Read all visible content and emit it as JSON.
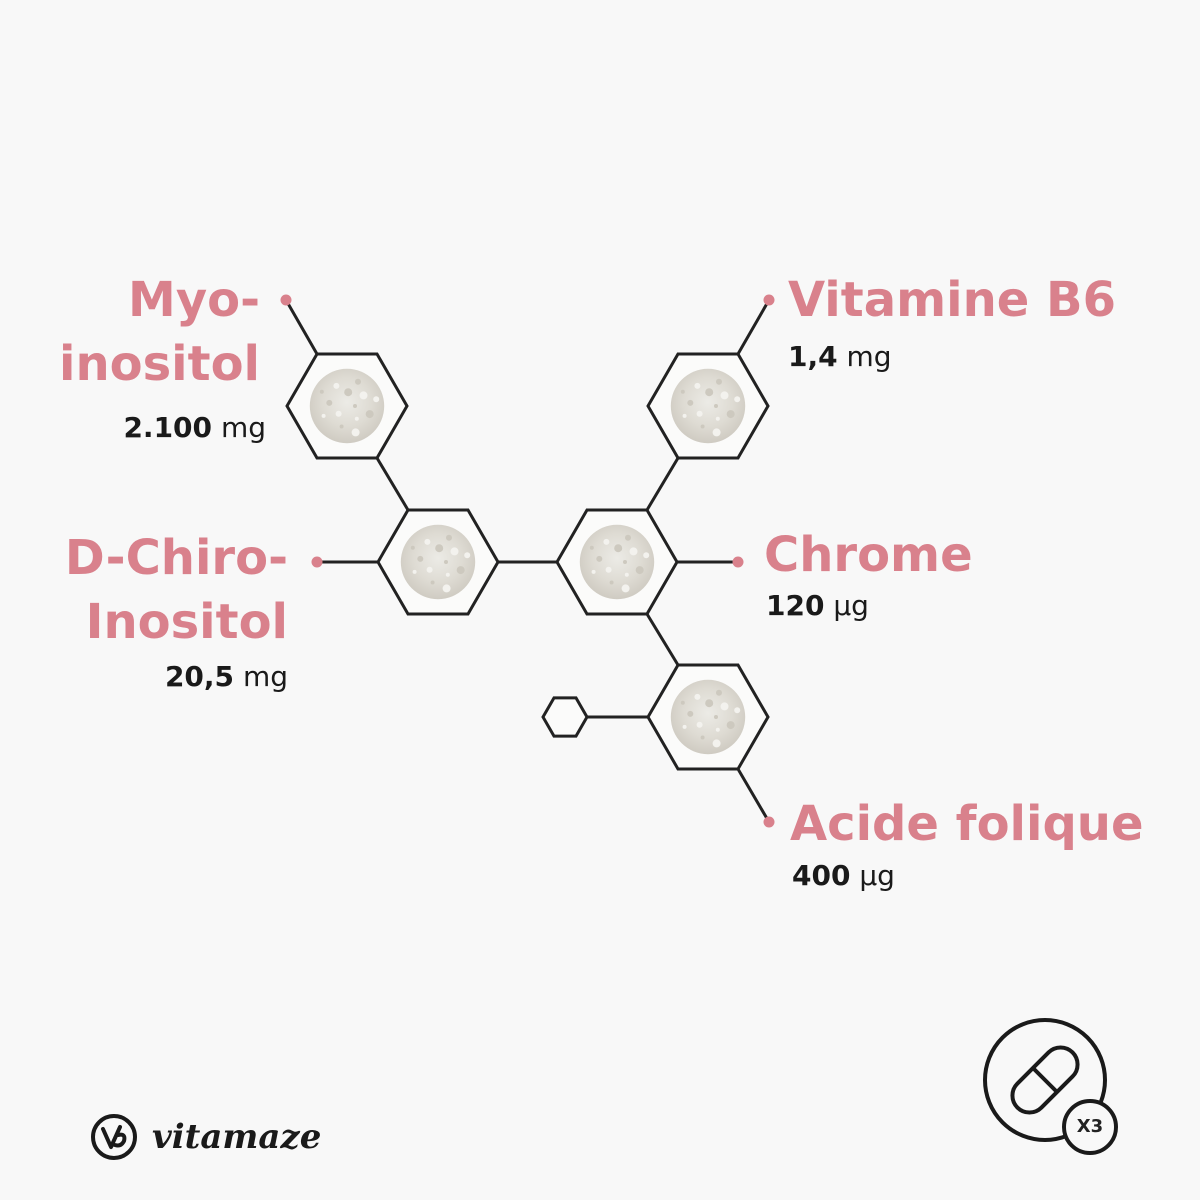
{
  "ingredients": [
    {
      "name_lines": [
        "Myo-",
        "inositol"
      ],
      "amount": "2.100",
      "unit": "mg"
    },
    {
      "name_lines": [
        "D-Chiro-",
        "Inositol"
      ],
      "amount": "20,5",
      "unit": "mg"
    },
    {
      "name_lines": [
        "Vitamine B6"
      ],
      "amount": "1,4",
      "unit": "mg"
    },
    {
      "name_lines": [
        "Chrome"
      ],
      "amount": "120",
      "unit": "µg"
    },
    {
      "name_lines": [
        "Acide folique"
      ],
      "amount": "400",
      "unit": "µg"
    }
  ],
  "brand": {
    "name": "vitamaze"
  },
  "badge": {
    "count_label": "X3"
  },
  "colors": {
    "accent": "#d9818c",
    "line": "#222222",
    "powder": "#e7e4dd"
  },
  "icons": [
    "powder-hexagon",
    "capsule-icon",
    "brand-logo-icon"
  ]
}
